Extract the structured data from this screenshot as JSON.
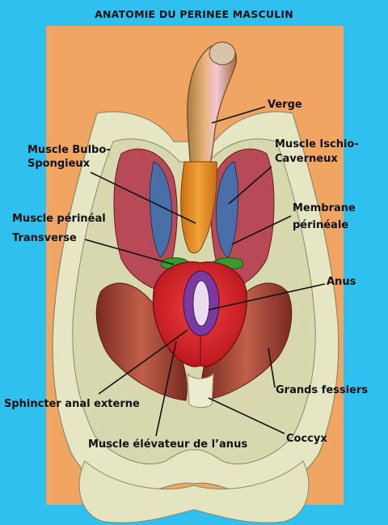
{
  "title": "ANATOMIE DU PERINEE MASCULIN",
  "labels": {
    "verge": "Verge",
    "bulbo_1": "Muscle Bulbo-",
    "bulbo_2": "Spongieux",
    "ischio_1": "Muscle Ischio-",
    "ischio_2": "Caverneux",
    "membrane_1": "Membrane",
    "membrane_2": "périnéale",
    "transverse_1": "Muscle périnéal",
    "transverse_2": "Transverse",
    "anus": "Anus",
    "sphincter": "Sphincter anal externe",
    "fessiers": "Grands fessiers",
    "coccyx": "Coccyx",
    "elevateur": "Muscle élévateur de l’anus"
  },
  "colors": {
    "background": "#2fc0f0",
    "panel": "#f0a662",
    "bone": "#e6e6c4",
    "muscle_red": "#d7232b",
    "fessier": "#9c3f2e",
    "bulbo": "#e88a1c",
    "ischio_blue": "#4a6fa8",
    "transverse_green": "#3a9a2c",
    "anus_purple": "#7a3aa0"
  }
}
